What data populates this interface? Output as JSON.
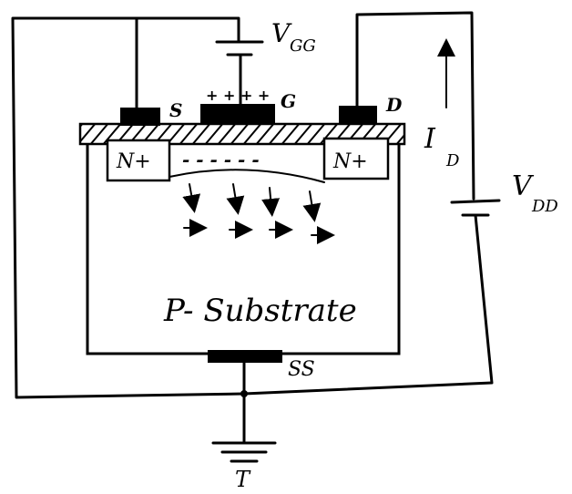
{
  "diagram": {
    "labels": {
      "vgg": "V",
      "vgg_sub": "GG",
      "source": "S",
      "gate": "G",
      "drain": "D",
      "id": "I",
      "id_sub": "D",
      "vdd": "V",
      "vdd_sub": "DD",
      "n_left": "N+",
      "n_right": "N+",
      "substrate": "P- Substrate",
      "ss": "SS",
      "ground": "T"
    },
    "channel_charge": "- - - - - -",
    "gate_charge": "+ + + +"
  }
}
